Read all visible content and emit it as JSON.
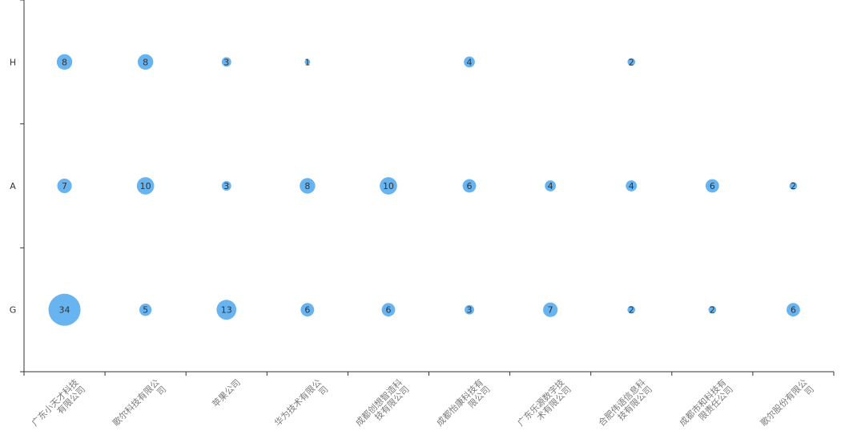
{
  "chart_data": {
    "type": "scatter",
    "categories": [
      "广东小天才科技有限公司",
      "歌尔科技有限公司",
      "苹果公司",
      "华为技术有限公司",
      "成都创想智造科技有限公司",
      "成都怡康科技有限公司",
      "广东乐源数字技术有限公司",
      "合肥伟语信息科技有限公司",
      "成都市和科技有限责任公司",
      "歌尔股份有限公司"
    ],
    "x_tick_lines": [
      [
        "广东小天才科技",
        "有限公司"
      ],
      [
        "歌尔科技有限公",
        "司"
      ],
      [
        "苹果公司"
      ],
      [
        "华为技术有限公",
        "司"
      ],
      [
        "成都创想智造科",
        "技有限公司"
      ],
      [
        "成都怡康科技有",
        "限公司"
      ],
      [
        "广东乐源数字技",
        "术有限公司"
      ],
      [
        "合肥伟语信息科",
        "技有限公司"
      ],
      [
        "成都市和科技有",
        "限责任公司"
      ],
      [
        "歌尔股份有限公",
        "司"
      ]
    ],
    "y_categories": [
      "G",
      "A",
      "H"
    ],
    "series": [
      {
        "row": "H",
        "values": [
          8,
          8,
          3,
          1,
          null,
          4,
          null,
          2,
          null,
          null
        ]
      },
      {
        "row": "A",
        "values": [
          7,
          10,
          3,
          8,
          10,
          6,
          4,
          4,
          6,
          2
        ]
      },
      {
        "row": "G",
        "values": [
          34,
          5,
          13,
          6,
          6,
          3,
          7,
          2,
          2,
          6
        ]
      }
    ],
    "colors": {
      "bubble": "#5aaef0",
      "axis": "#333333",
      "label": "#7a7a7a"
    }
  }
}
